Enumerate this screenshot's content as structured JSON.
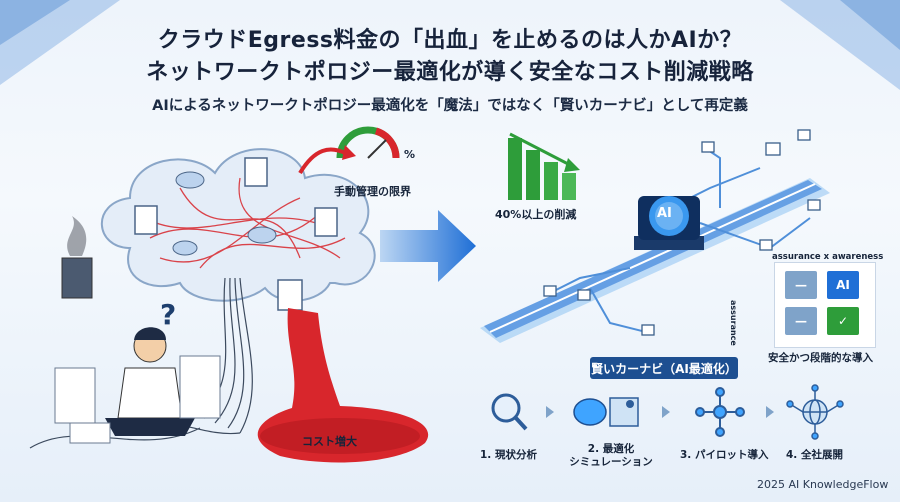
{
  "header": {
    "title_line1": "クラウドEgress料金の「出血」を止めるのは人かAIか？",
    "title_line2": "ネットワークトポロジー最適化が導く安全なコスト削減戦略",
    "subtitle": "AIによるネットワークトポロジー最適化を「魔法」ではなく「賢いカーナビ」として再定義"
  },
  "left_panel": {
    "gauge_label": "手動管理の限界",
    "gauge_percent_sign": "%",
    "cost_label": "コスト増大",
    "question_mark": "?"
  },
  "right_panel": {
    "reduction_label": "40%以上の削減",
    "ai_chip_label": "AI",
    "matrix_title": "assurance x awareness",
    "matrix_axis": "assurance",
    "matrix_cells": [
      "—",
      "AI",
      "—",
      "✓"
    ],
    "safety_label": "安全かつ段階的な導入",
    "banner": "賢いカーナビ（AI最適化）"
  },
  "steps": [
    {
      "label": "1. 現状分析",
      "icon": "magnifier-icon"
    },
    {
      "label": "2. 最適化\nシミュレーション",
      "icon": "brain-map-icon"
    },
    {
      "label": "3. パイロット導入",
      "icon": "network-icon"
    },
    {
      "label": "4. 全社展開",
      "icon": "globe-network-icon"
    }
  ],
  "footer": {
    "credit": "2025 AI KnowledgeFlow"
  },
  "colors": {
    "accent_blue": "#1f6fd6",
    "bleed_red": "#d8262c",
    "green": "#2e9d3a",
    "navy": "#1d4f91"
  }
}
